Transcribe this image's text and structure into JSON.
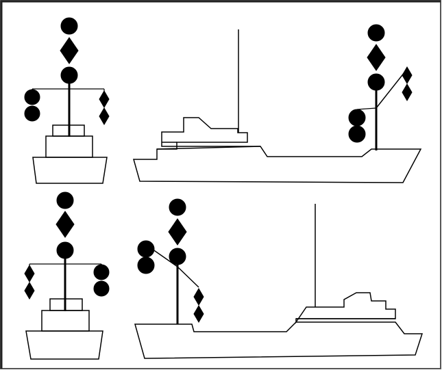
{
  "diagram": {
    "kind": "day shapes for vessels",
    "panels": [
      {
        "id": "top",
        "views": [
          "front-view",
          "side-view"
        ],
        "mast_signal": [
          "ball",
          "diamond",
          "ball"
        ],
        "obstructed_side_signal": [
          "ball",
          "ball"
        ],
        "passable_side_signal": [
          "diamond",
          "diamond"
        ],
        "side_view_gear_position": "stern"
      },
      {
        "id": "bottom",
        "views": [
          "front-view",
          "side-view"
        ],
        "mast_signal": [
          "ball",
          "diamond",
          "ball"
        ],
        "obstructed_side_signal": [
          "ball",
          "ball"
        ],
        "passable_side_signal": [
          "diamond",
          "diamond"
        ],
        "side_view_gear_position": "bow"
      }
    ]
  },
  "colors": {
    "border": "#555555",
    "ink": "#000000",
    "background": "#ffffff"
  }
}
